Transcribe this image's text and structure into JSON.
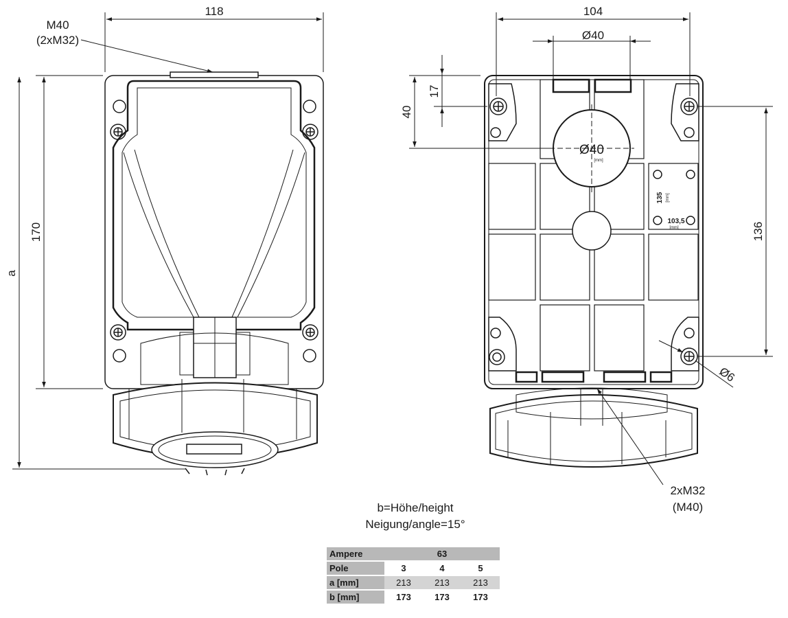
{
  "left_view": {
    "width_dim": "118",
    "gland_label_1": "M40",
    "gland_label_2": "(2xM32)",
    "height_dim": "170",
    "overall_dim": "a"
  },
  "right_view": {
    "width_dim": "104",
    "hole_dia_dim": "Ø40",
    "hole_center_label": "Ø40",
    "hole_center_unit": "[mm]",
    "dim_17": "17",
    "dim_40": "40",
    "dim_136": "136",
    "mount_hole_dim": "Ø6",
    "spacing_135": "135",
    "spacing_1035": "103,5",
    "spacing_unit": "[mm]",
    "gland_label_1": "2xM32",
    "gland_label_2": "(M40)"
  },
  "caption": {
    "line1": "b=Höhe/height",
    "line2": "Neigung/angle=15°"
  },
  "table": {
    "rows": [
      {
        "label": "Ampere",
        "values": [
          "63"
        ]
      },
      {
        "label": "Pole",
        "values": [
          "3",
          "4",
          "5"
        ]
      },
      {
        "label": "a [mm]",
        "values": [
          "213",
          "213",
          "213"
        ]
      },
      {
        "label": "b [mm]",
        "values": [
          "173",
          "173",
          "173"
        ]
      }
    ]
  }
}
